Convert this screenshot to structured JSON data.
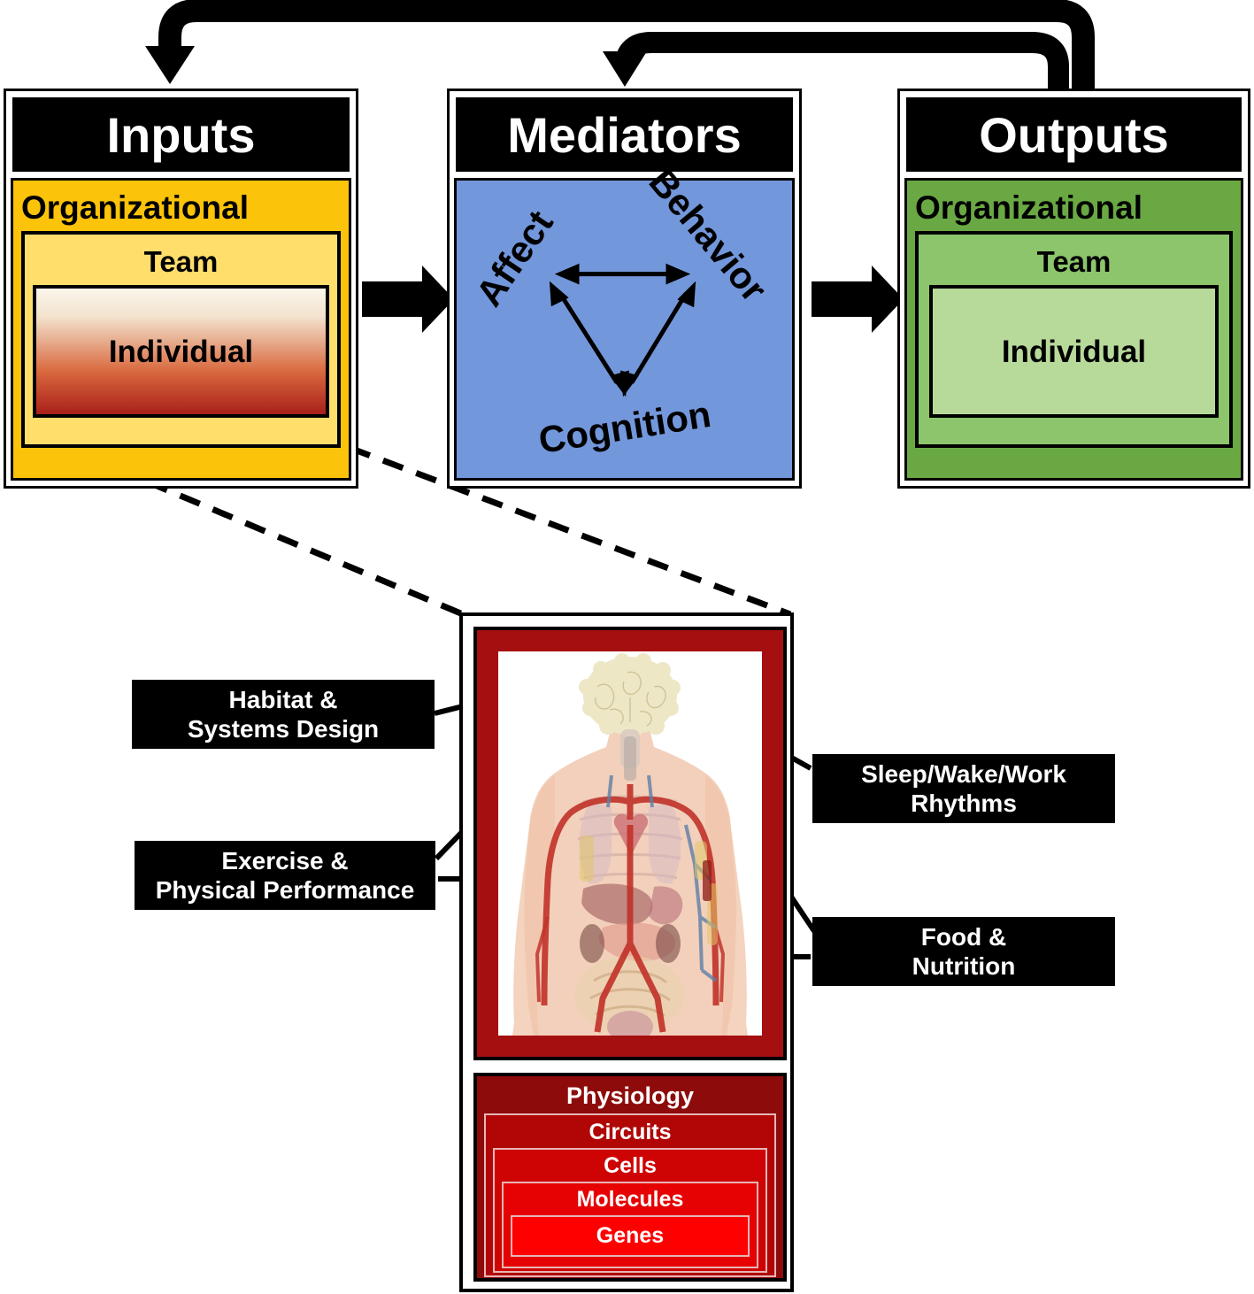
{
  "diagram": {
    "title": "Inputs-Mediators-Outputs model with individual biological levels",
    "colors": {
      "inputs_org": "#FBC309",
      "inputs_team": "#FFDE6B",
      "inputs_individual_top": "#FBF6EA",
      "inputs_individual_bottom": "#A8201A",
      "mediators_fill": "#7397DB",
      "outputs_org": "#6AA844",
      "outputs_team": "#8CC56B",
      "outputs_individual": "#B7DA9B",
      "detail_frame_red": "#A50F0F",
      "hier_physiology": "#8E0B0B",
      "hier_circuits": "#B00606",
      "hier_cells": "#CE0404",
      "hier_molecules": "#E60202",
      "hier_genes": "#FF0000",
      "header_bg": "#000000",
      "header_text": "#FFFFFF"
    }
  },
  "panels": {
    "inputs": {
      "header": "Inputs",
      "rings": [
        "Organizational",
        "Team",
        "Individual"
      ]
    },
    "mediators": {
      "header": "Mediators",
      "nodes": [
        "Affect",
        "Behavior",
        "Cognition"
      ]
    },
    "outputs": {
      "header": "Outputs",
      "rings": [
        "Organizational",
        "Team",
        "Individual"
      ]
    }
  },
  "callouts": [
    {
      "id": "habitat",
      "lines": [
        "Habitat &",
        "Systems Design"
      ]
    },
    {
      "id": "exercise",
      "lines": [
        "Exercise &",
        "Physical Performance"
      ]
    },
    {
      "id": "sleep",
      "lines": [
        "Sleep/Wake/Work",
        "Rhythms"
      ]
    },
    {
      "id": "food",
      "lines": [
        "Food &",
        "Nutrition"
      ]
    }
  ],
  "hierarchy": {
    "levels": [
      "Physiology",
      "Circuits",
      "Cells",
      "Molecules",
      "Genes"
    ]
  },
  "body_image": {
    "alt_name": "human-anatomy-illustration"
  }
}
